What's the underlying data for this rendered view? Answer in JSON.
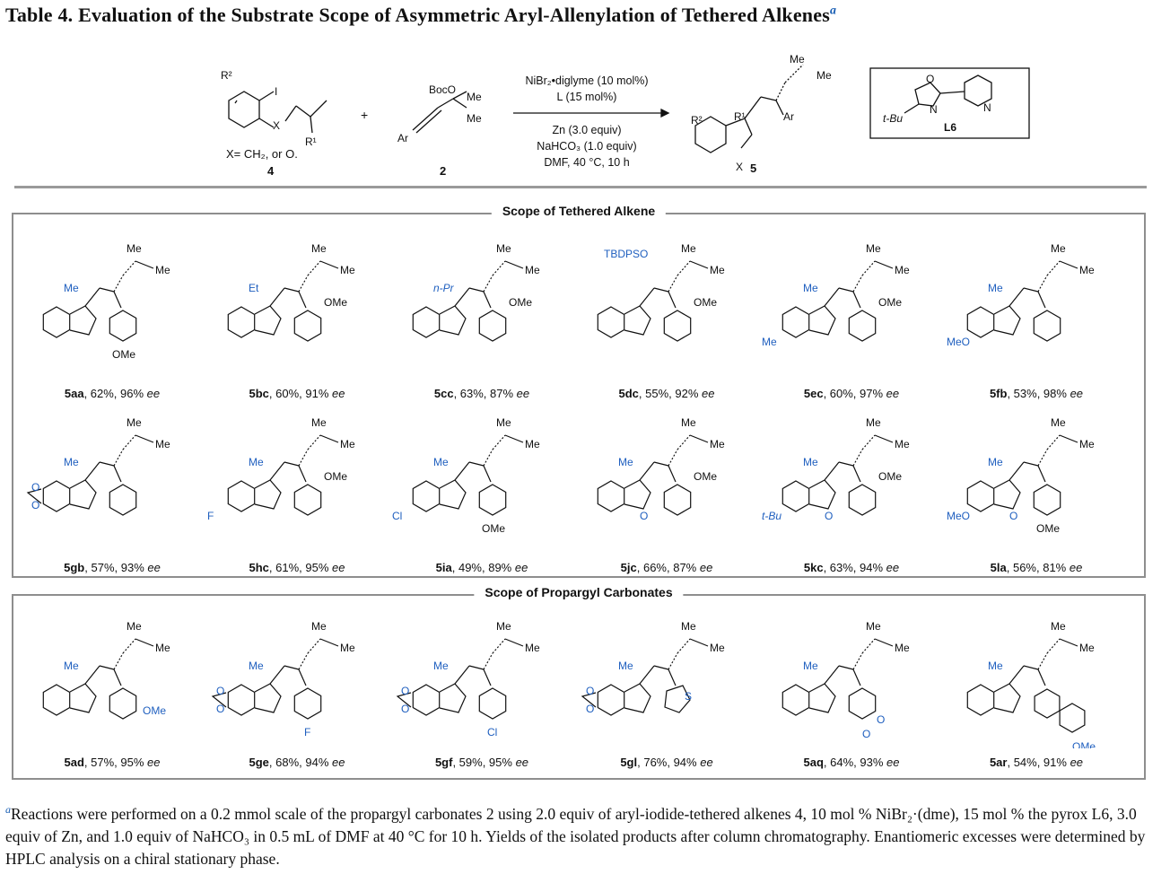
{
  "table": {
    "title": "Table 4. Evaluation of the Substrate Scope of Asymmetric Aryl-Allenylation of Tethered Alkenes",
    "title_footnote_mark": "a"
  },
  "scheme": {
    "reactant1_x": "X= CH₂, or O.",
    "reactant1_id": "4",
    "reactant2_id": "2",
    "product_id": "5",
    "plus": "+",
    "conditions_top": [
      "NiBr₂•diglyme (10 mol%)",
      "L (15 mol%)"
    ],
    "conditions_bottom": [
      "Zn (3.0 equiv)",
      "NaHCO₃ (1.0 equiv)",
      "DMF, 40 °C, 10 h"
    ],
    "ligand_label": "L6",
    "ligand_tbu": "t-Bu"
  },
  "panels": [
    {
      "title": "Scope of Tethered Alkene",
      "compounds": [
        {
          "id": "5aa",
          "text": ", 62%, 96% ",
          "ee": "ee",
          "r1": "Me",
          "ring": "indane",
          "aryl": "pOMe",
          "sub": ""
        },
        {
          "id": "5bc",
          "text": ", 60%, 91% ",
          "ee": "ee",
          "r1": "Et",
          "ring": "indane",
          "aryl": "oOMe",
          "sub": ""
        },
        {
          "id": "5cc",
          "text": ", 63%, 87% ",
          "ee": "ee",
          "r1": "n-Pr",
          "ring": "indane",
          "aryl": "oOMe",
          "sub": ""
        },
        {
          "id": "5dc",
          "text": ", 55%, 92% ",
          "ee": "ee",
          "r1": "TBDPSO",
          "ring": "indane",
          "aryl": "oOMe",
          "sub": ""
        },
        {
          "id": "5ec",
          "text": ", 60%, 97% ",
          "ee": "ee",
          "r1": "Me",
          "ring": "indane",
          "aryl": "oOMe",
          "sub": "Me"
        },
        {
          "id": "5fb",
          "text": ", 53%, 98% ",
          "ee": "ee",
          "r1": "Me",
          "ring": "indane",
          "aryl": "Ph",
          "sub": "MeO"
        },
        {
          "id": "5gb",
          "text": ", 57%, 93% ",
          "ee": "ee",
          "r1": "Me",
          "ring": "indane",
          "aryl": "Ph",
          "sub": "dioxole"
        },
        {
          "id": "5hc",
          "text": ", 61%, 95% ",
          "ee": "ee",
          "r1": "Me",
          "ring": "indane",
          "aryl": "oOMe",
          "sub": "F"
        },
        {
          "id": "5ia",
          "text": ", 49%, 89% ",
          "ee": "ee",
          "r1": "Me",
          "ring": "indane",
          "aryl": "pOMe",
          "sub": "Cl"
        },
        {
          "id": "5jc",
          "text": ", 66%, 87% ",
          "ee": "ee",
          "r1": "Me",
          "ring": "furan",
          "aryl": "oOMe",
          "sub": ""
        },
        {
          "id": "5kc",
          "text": ", 63%, 94% ",
          "ee": "ee",
          "r1": "Me",
          "ring": "furan",
          "aryl": "oOMe",
          "sub": "t-Bu"
        },
        {
          "id": "5la",
          "text": ", 56%, 81% ",
          "ee": "ee",
          "r1": "Me",
          "ring": "furan",
          "aryl": "pOMe",
          "sub": "MeO"
        }
      ]
    },
    {
      "title": "Scope of Propargyl Carbonates",
      "compounds": [
        {
          "id": "5ad",
          "text": ", 57%, 95% ",
          "ee": "ee",
          "r1": "Me",
          "ring": "indane",
          "aryl": "mOMe",
          "sub": ""
        },
        {
          "id": "5ge",
          "text": ", 68%, 94% ",
          "ee": "ee",
          "r1": "Me",
          "ring": "indane",
          "aryl": "pF",
          "sub": "dioxole"
        },
        {
          "id": "5gf",
          "text": ", 59%, 95% ",
          "ee": "ee",
          "r1": "Me",
          "ring": "indane",
          "aryl": "pCl",
          "sub": "dioxole"
        },
        {
          "id": "5gl",
          "text": ", 76%, 94% ",
          "ee": "ee",
          "r1": "Me",
          "ring": "indane",
          "aryl": "thienyl",
          "sub": "dioxole"
        },
        {
          "id": "5aq",
          "text": ", 64%, 93% ",
          "ee": "ee",
          "r1": "Me",
          "ring": "indane",
          "aryl": "benzodioxole",
          "sub": ""
        },
        {
          "id": "5ar",
          "text": ", 54%, 91% ",
          "ee": "ee",
          "r1": "Me",
          "ring": "indane",
          "aryl": "naphthyl",
          "sub": ""
        }
      ]
    }
  ],
  "footnote": {
    "mark": "a",
    "text": "Reactions were performed on a 0.2 mmol scale of the propargyl carbonates 2 using 2.0 equiv of aryl-iodide-tethered alkenes 4, 10 mol % NiBr₂·(dme), 15 mol % the pyrox L6, 3.0 equiv of Zn, and 1.0 equiv of NaHCO₃ in 0.5 mL of DMF at 40 °C for 10 h. Yields of the isolated products after column chromatography. Enantiomeric excesses were determined by HPLC analysis on a chiral stationary phase."
  },
  "colors": {
    "highlight": "#1f5fbf",
    "rule": "#9a9a9a",
    "text": "#111111"
  }
}
